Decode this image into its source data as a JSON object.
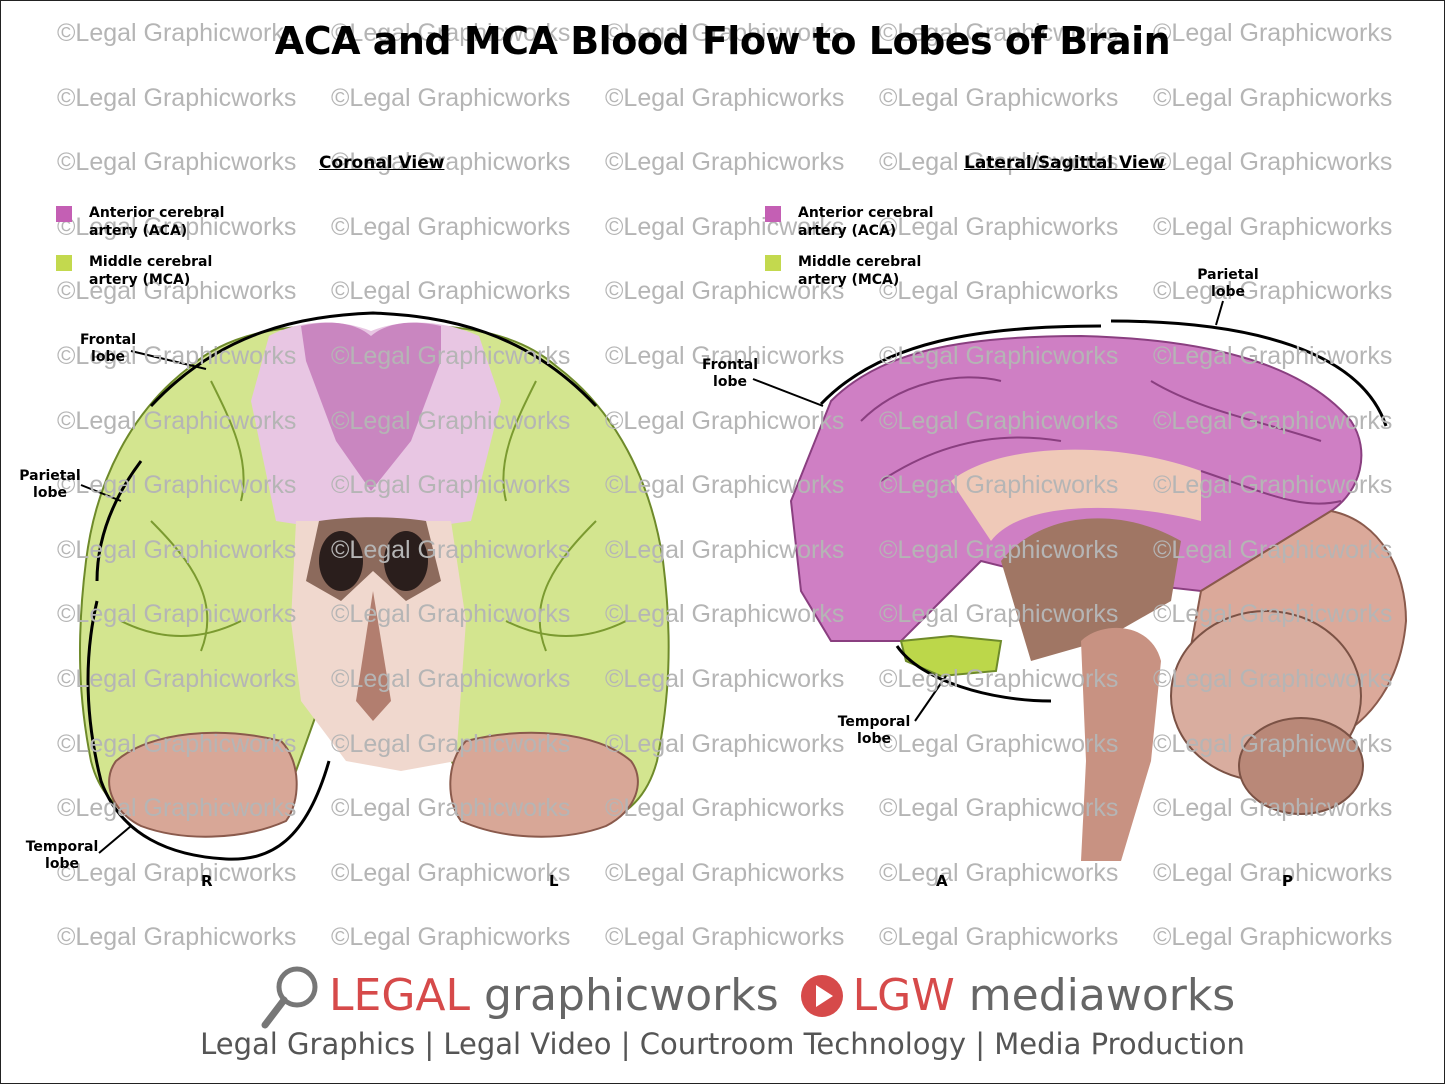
{
  "title": "ACA and MCA Blood Flow to Lobes of Brain",
  "watermark": "©Legal Graphicworks",
  "colors": {
    "aca": "#c45fb4",
    "mca": "#c3d94e"
  },
  "coronal": {
    "title": "Coronal View",
    "legend": [
      {
        "label": "Anterior cerebral artery (ACA)",
        "color": "#c45fb4"
      },
      {
        "label": "Middle cerebral artery (MCA)",
        "color": "#c3d94e"
      }
    ],
    "labels": {
      "frontal": "Frontal lobe",
      "parietal": "Parietal lobe",
      "temporal": "Temporal lobe"
    },
    "orientation": {
      "left": "R",
      "right": "L"
    }
  },
  "lateral": {
    "title": "Lateral/Sagittal View",
    "legend": [
      {
        "label": "Anterior cerebral artery (ACA)",
        "color": "#c45fb4"
      },
      {
        "label": "Middle cerebral artery (MCA)",
        "color": "#c3d94e"
      }
    ],
    "labels": {
      "frontal": "Frontal lobe",
      "parietal": "Parietal lobe",
      "temporal": "Temporal lobe"
    },
    "orientation": {
      "left": "A",
      "right": "P"
    }
  },
  "footer": {
    "brand1_strong": "LEGAL",
    "brand1_rest": "graphicworks",
    "brand2_strong": "LGW",
    "brand2_rest": "mediaworks",
    "tagline": "Legal Graphics | Legal Video | Courtroom Technology | Media Production"
  }
}
